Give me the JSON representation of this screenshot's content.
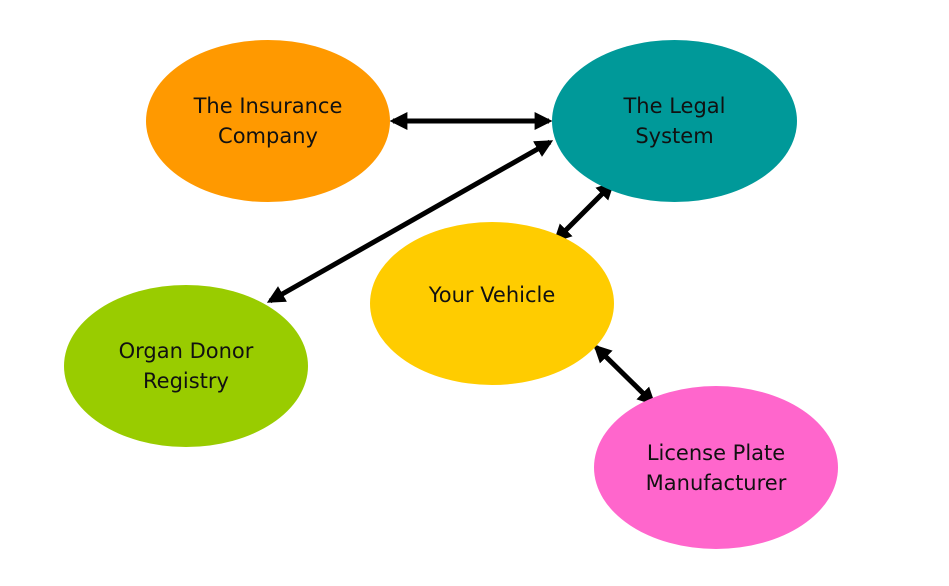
{
  "nodes": {
    "insurance": {
      "line1": "The Insurance",
      "line2": "Company",
      "color": "#FF9900"
    },
    "legal": {
      "line1": "The Legal",
      "line2": "System",
      "color": "#009999"
    },
    "vehicle": {
      "line1": "Your Vehicle",
      "color": "#FFCC00"
    },
    "organ": {
      "line1": "Organ Donor",
      "line2": "Registry",
      "color": "#99CC00"
    },
    "license": {
      "line1": "License Plate",
      "line2": "Manufacturer",
      "color": "#FF66CC"
    }
  },
  "connections": [
    {
      "from": "insurance",
      "to": "legal",
      "direction": "both"
    },
    {
      "from": "organ",
      "to": "legal",
      "direction": "both"
    },
    {
      "from": "vehicle",
      "to": "legal",
      "direction": "both"
    },
    {
      "from": "vehicle",
      "to": "license",
      "direction": "both"
    }
  ],
  "arrow_color": "#000000"
}
